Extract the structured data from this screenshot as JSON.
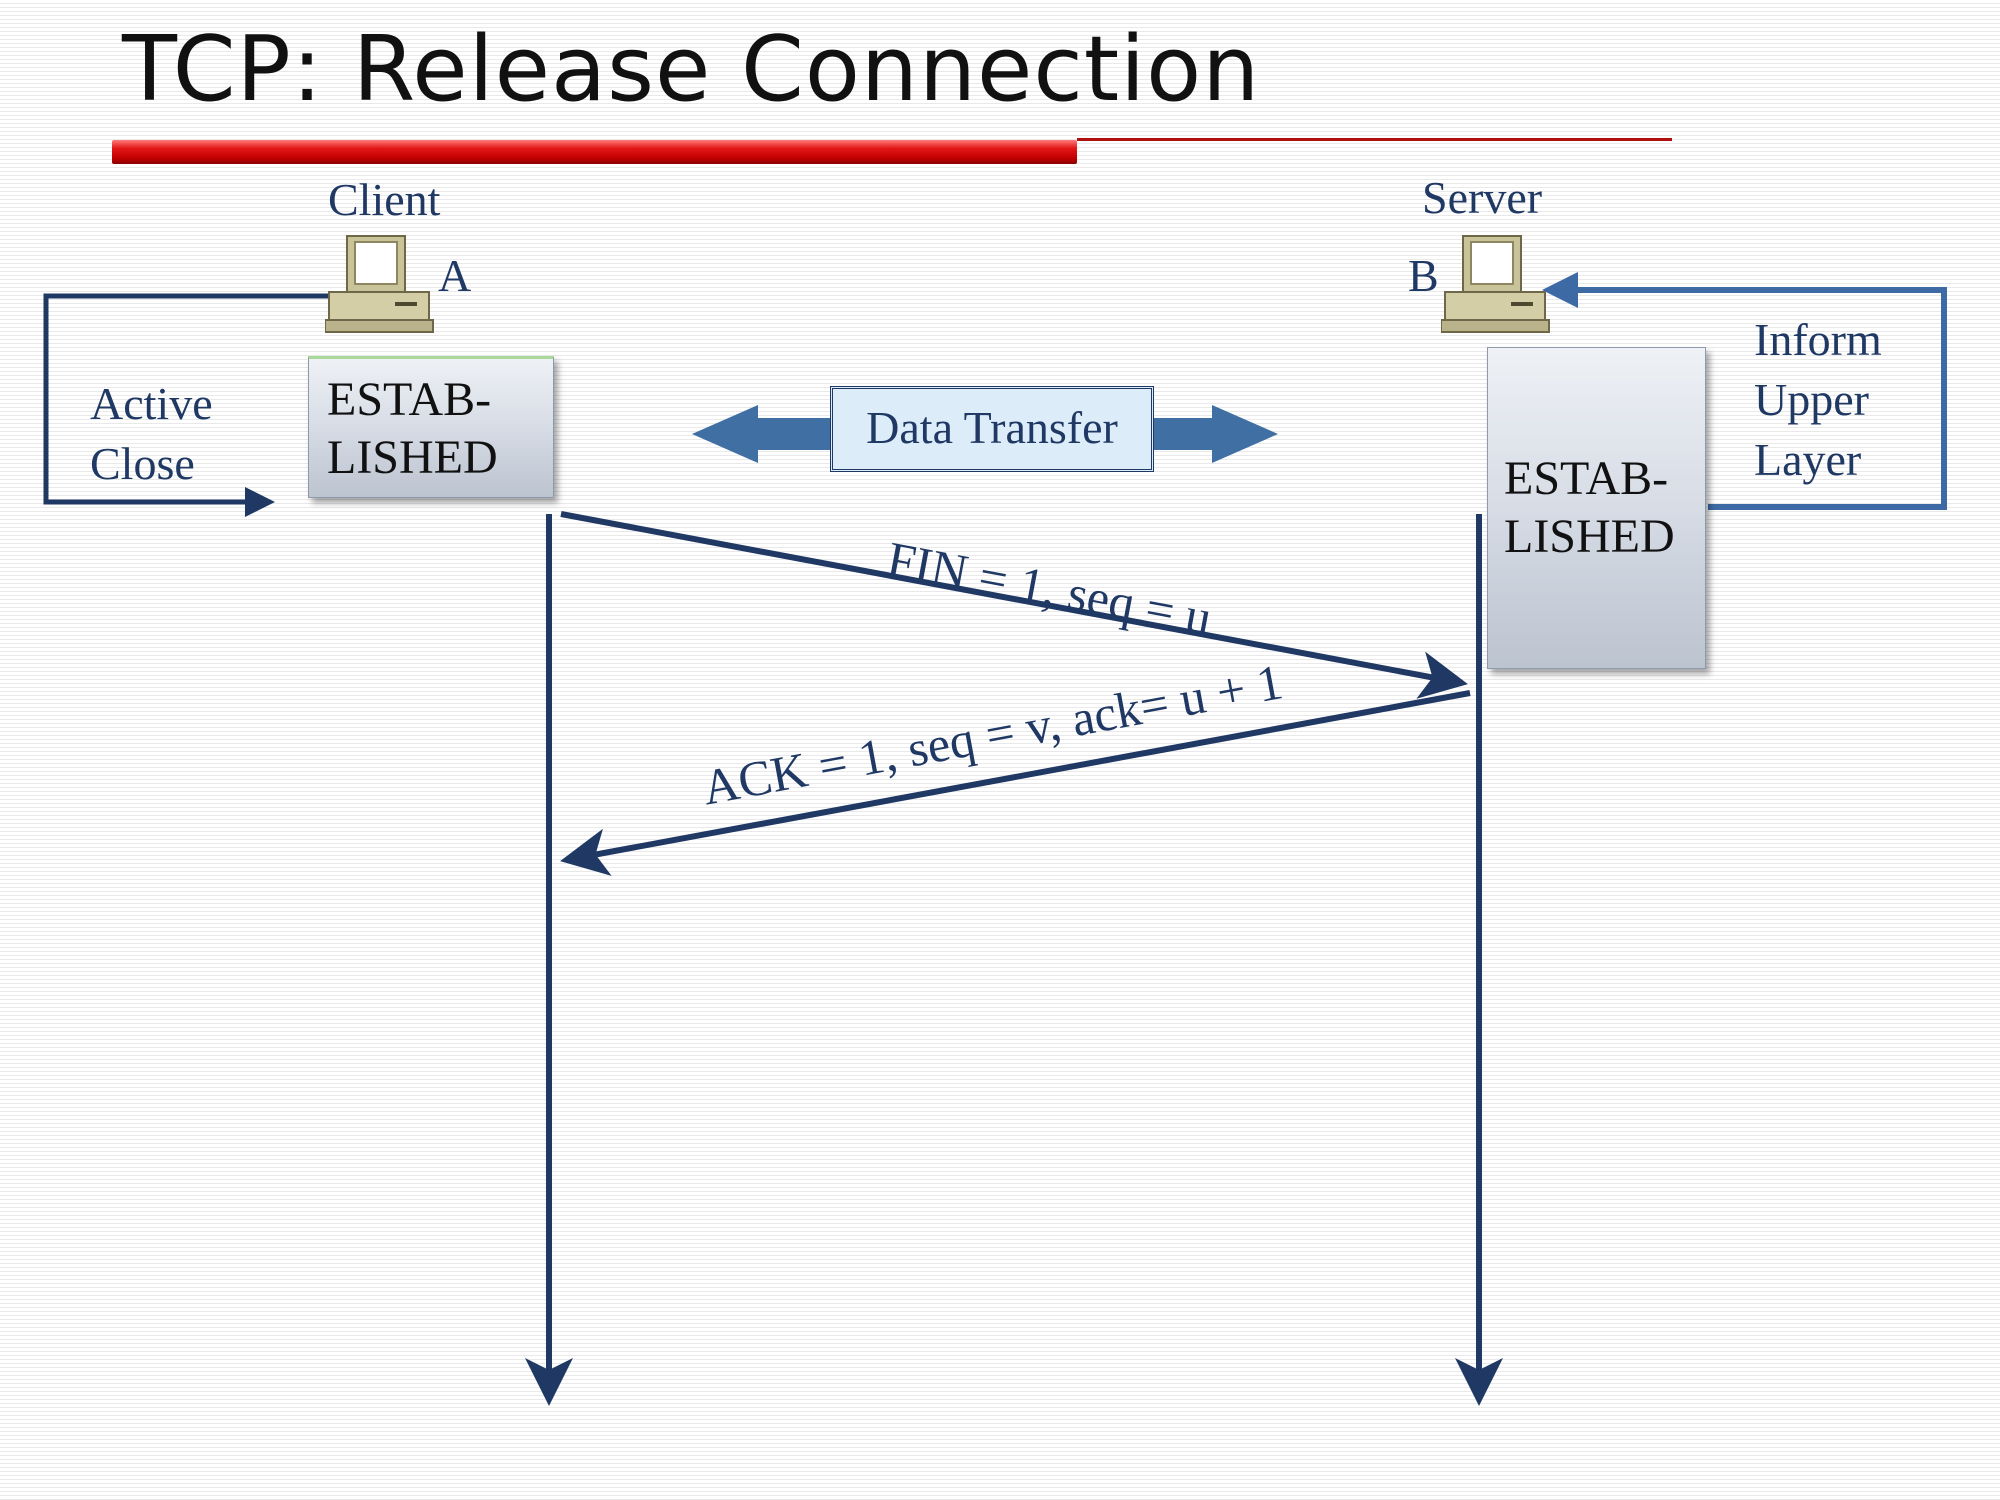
{
  "title": "TCP: Release Connection",
  "client": {
    "label": "Client",
    "host": "A",
    "state_line1": "ESTAB-",
    "state_line2": "LISHED"
  },
  "server": {
    "label": "Server",
    "host": "B",
    "state_line1": "ESTAB-",
    "state_line2": "LISHED"
  },
  "active_close": {
    "line1": "Active",
    "line2": "Close"
  },
  "inform_upper": {
    "line1": "Inform",
    "line2": "Upper",
    "line3": "Layer"
  },
  "data_transfer": "Data Transfer",
  "messages": {
    "fin": "FIN = 1, seq = u",
    "ack": "ACK = 1, seq = v, ack= u + 1"
  },
  "colors": {
    "arrow": "#1f3864",
    "title_bar": "#d11010",
    "block_arrow": "#3f6fa3",
    "inform_loop": "#3d6aa4"
  }
}
